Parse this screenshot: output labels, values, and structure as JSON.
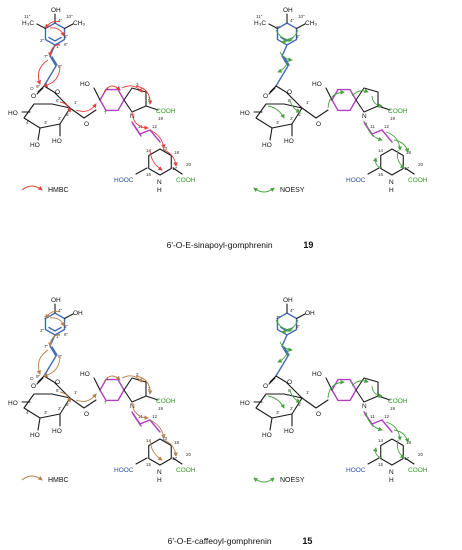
{
  "panels": [
    {
      "id": "p19-hmbc",
      "legend": "HMBC",
      "labels": {
        "oh_top": "OH",
        "ch3_left": "H₃C",
        "ch3_right": "CH₃",
        "ho_left": "HO",
        "ho_glc1": "HO",
        "ho_glc2": "HO",
        "ho_glc3": "HO",
        "cooh_19": "COOH",
        "cooh_20": "COOH",
        "hooc_15": "HOOC",
        "nh": "N",
        "h": "H"
      },
      "atoms": [
        "11\"",
        "10\"",
        "4\"",
        "3\"",
        "5\"",
        "2\"",
        "6\"",
        "1\"",
        "7\"",
        "8\"",
        "9\"",
        "6'",
        "5'",
        "4'",
        "3'",
        "2'",
        "1'",
        "7",
        "4",
        "3",
        "2",
        "19",
        "12",
        "13",
        "14",
        "18",
        "17",
        "20",
        "15",
        "11",
        "O"
      ]
    },
    {
      "id": "p19-noesy",
      "legend": "NOESY",
      "labels": {
        "oh_top": "OH",
        "ch3_left": "H₃C",
        "ch3_right": "CH₃",
        "ho_left": "HO",
        "ho_glc1": "HO",
        "ho_glc2": "HO",
        "ho_glc3": "HO",
        "cooh_19": "COOH",
        "cooh_20": "COOH",
        "hooc_15": "HOOC",
        "nh": "N",
        "h": "H"
      },
      "atoms": [
        "11\"",
        "10\"",
        "4\"",
        "3\"",
        "5\"",
        "6'",
        "5'",
        "3'",
        "2'",
        "1'",
        "19",
        "12",
        "18",
        "20",
        "17",
        "15",
        "14",
        "11"
      ]
    },
    {
      "id": "p15-hmbc",
      "legend": "HMBC",
      "labels": {
        "oh_top": "OH",
        "oh_right": "OH",
        "ho_left": "HO",
        "ho_glc1": "HO",
        "ho_glc2": "HO",
        "ho_glc3": "HO",
        "cooh_19": "COOH",
        "cooh_20": "COOH",
        "hooc_15": "HOOC",
        "nh": "N",
        "h": "H"
      },
      "atoms": [
        "4\"",
        "3\"",
        "5\"",
        "2\"",
        "6\"",
        "1\"",
        "7\"",
        "8\"",
        "9\"",
        "6'",
        "5'",
        "4'",
        "3'",
        "2'",
        "1'",
        "7",
        "4",
        "3",
        "2",
        "19",
        "12",
        "13",
        "14",
        "18",
        "17",
        "20",
        "15",
        "11",
        "O"
      ]
    },
    {
      "id": "p15-noesy",
      "legend": "NOESY",
      "labels": {
        "oh_top": "OH",
        "oh_right": "OH",
        "ho_left": "HO",
        "ho_glc1": "HO",
        "ho_glc2": "HO",
        "ho_glc3": "HO",
        "cooh_19": "COOH",
        "cooh_20": "COOH",
        "hooc_15": "HOOC",
        "nh": "N",
        "h": "H"
      },
      "atoms": [
        "4\"",
        "5\"",
        "3\"",
        "6'",
        "5'",
        "3'",
        "2'",
        "1'",
        "19",
        "12",
        "18",
        "20",
        "17",
        "15",
        "14",
        "11"
      ]
    }
  ],
  "captions": [
    {
      "name": "6'-O-E-sinapoyl-gomphrenin",
      "number": "19"
    },
    {
      "name": "6'-O-E-caffeoyl-gomphrenin",
      "number": "15"
    }
  ],
  "colors": {
    "hmbc_arrow": "#e3413a",
    "hmbc_arrow_15": "#b8804a",
    "noesy_arrow": "#49a341",
    "bond_blue": "#4169b8",
    "bond_magenta": "#b040c0",
    "label_green": "#2f9a25",
    "label_blue": "#2b4ea0"
  }
}
